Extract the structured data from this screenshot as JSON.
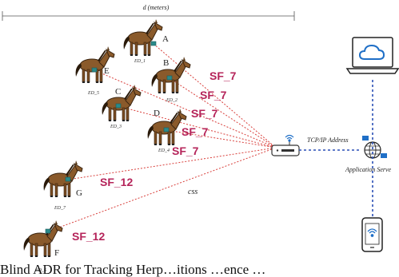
{
  "distance_label": "d (meters)",
  "devices": [
    {
      "letter": "A",
      "id": "ED_1"
    },
    {
      "letter": "B",
      "id": "ED_2"
    },
    {
      "letter": "E",
      "id": "ED_5"
    },
    {
      "letter": "C",
      "id": "ED_3"
    },
    {
      "letter": "D",
      "id": "ED_4"
    },
    {
      "letter": "G",
      "id": "ED_7"
    },
    {
      "letter": "F",
      "id": "ED_6"
    }
  ],
  "spreading_factors": [
    "SF_7",
    "SF_7",
    "SF_7",
    "SF_7",
    "SF_7",
    "SF_12",
    "SF_12"
  ],
  "gateway_link_label": "TCP/IP Address",
  "server_label": "Application Serve",
  "css_label": "css",
  "caption": "Blind ADR for Tracking Herp…itions …ence …"
}
